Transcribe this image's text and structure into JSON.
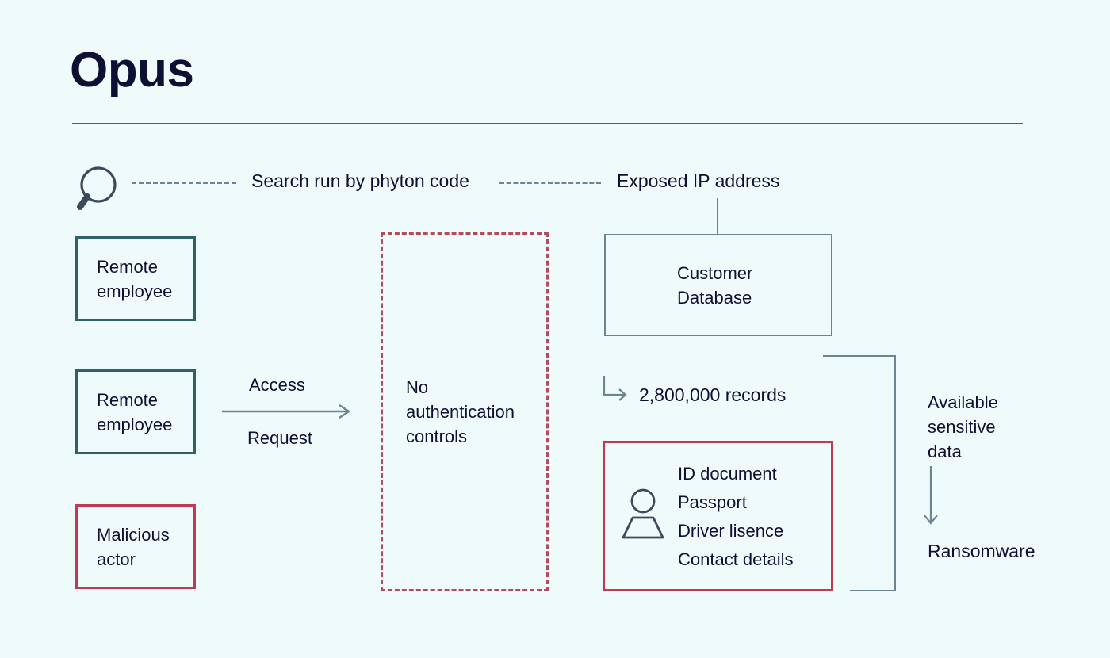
{
  "header": {
    "title": "Opus"
  },
  "top_flow": {
    "search_icon_name": "magnifying-glass-icon",
    "label_left": "Search run by phyton code",
    "label_right": "Exposed IP address"
  },
  "actors": [
    {
      "id": "remote-employee-1",
      "label": "Remote\nemployee",
      "style": "teal"
    },
    {
      "id": "remote-employee-2",
      "label": "Remote\nemployee",
      "style": "teal"
    },
    {
      "id": "malicious-actor",
      "label": "Malicious\nactor",
      "style": "red"
    }
  ],
  "access_arrow": {
    "label_above": "Access",
    "label_below": "Request"
  },
  "gap_box": {
    "label": "No\nauthentication\ncontrols"
  },
  "database": {
    "label": "Customer\nDatabase"
  },
  "records": {
    "label": "2,800,000 records"
  },
  "sensitive_data": {
    "person_icon_name": "person-icon",
    "items": [
      "ID document",
      "Passport",
      "Driver lisence",
      "Contact details"
    ]
  },
  "outcome": {
    "bracket_label": "Available\nsensitive\ndata",
    "result_label": "Ransomware"
  },
  "colors": {
    "background": "#effbfa",
    "ink": "#0e1033",
    "teal": "#2f6166",
    "red": "#bf3a52",
    "dashed_red": "#b34b5e",
    "gray": "#6c8592",
    "rule": "#4c6360"
  }
}
